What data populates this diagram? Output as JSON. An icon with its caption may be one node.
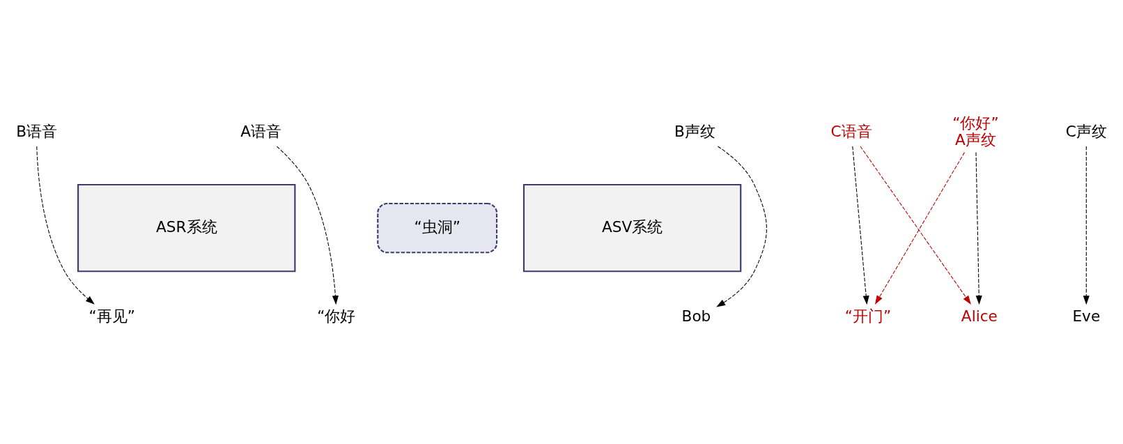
{
  "diagram": {
    "nodes": [
      {
        "text": [
          "ASR系统"
        ]
      },
      {
        "text": [
          "“虫洞”"
        ]
      },
      {
        "text": [
          "ASV系统"
        ]
      },
      {
        "text": [
          "A语音"
        ]
      },
      {
        "text": [
          "B语音"
        ]
      },
      {
        "text": [
          "C语音"
        ]
      },
      {
        "text": [
          "“你好”",
          "A声纹"
        ]
      },
      {
        "text": [
          "B声纹"
        ]
      },
      {
        "text": [
          "C声纹"
        ]
      },
      {
        "text": [
          "“你好"
        ]
      },
      {
        "text": [
          "“再见”"
        ]
      },
      {
        "text": [
          "“开门”"
        ]
      },
      {
        "text": [
          "Alice"
        ]
      },
      {
        "text": [
          "Bob"
        ]
      },
      {
        "text": [
          "Eve"
        ]
      }
    ],
    "edges": [
      {
        "from": 3,
        "to": 9,
        "arrow": "to",
        "style": "dashed"
      },
      {
        "from": 4,
        "to": 10,
        "arrow": "to",
        "style": "dashed"
      },
      {
        "from": 5,
        "to": 11,
        "arrow": "to",
        "style": "dashed"
      },
      {
        "from": 5,
        "to": 12,
        "arrow": "to",
        "style": "dashed",
        "color": "#c00000"
      },
      {
        "from": 6,
        "to": 11,
        "arrow": "to",
        "style": "dashed",
        "color": "#c00000"
      },
      {
        "from": 6,
        "to": 12,
        "arrow": "to",
        "style": "dashed"
      },
      {
        "from": 7,
        "to": 13,
        "arrow": "to",
        "style": "dashed"
      },
      {
        "from": 8,
        "to": 14,
        "arrow": "to",
        "style": "dashed"
      }
    ]
  }
}
